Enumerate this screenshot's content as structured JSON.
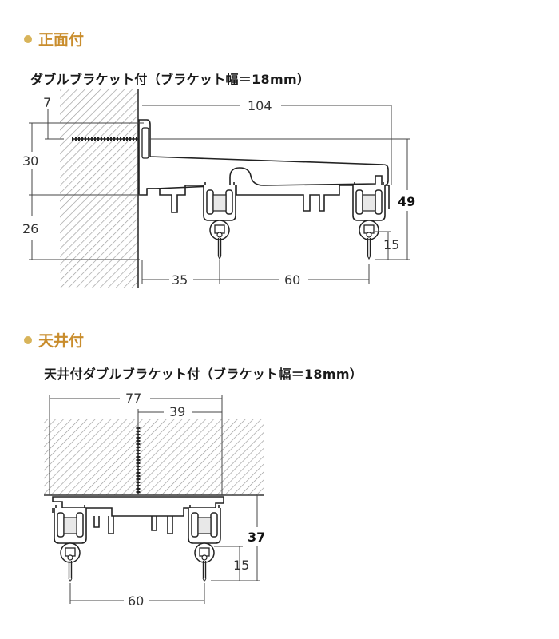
{
  "section1": {
    "title": "正面付",
    "subtitle": "ダブルブラケット付（ブラケット幅＝18mm）",
    "dims": {
      "d7": "7",
      "d104": "104",
      "d30": "30",
      "d26": "26",
      "d49": "49",
      "d15": "15",
      "d35": "35",
      "d60": "60"
    }
  },
  "section2": {
    "title": "天井付",
    "subtitle": "天井付ダブルブラケット付（ブラケット幅＝18mm）",
    "dims": {
      "d77": "77",
      "d39": "39",
      "d37": "37",
      "d15": "15",
      "d60": "60"
    }
  },
  "colors": {
    "accent": "#c98d2d",
    "bullet": "#d8b45a"
  }
}
